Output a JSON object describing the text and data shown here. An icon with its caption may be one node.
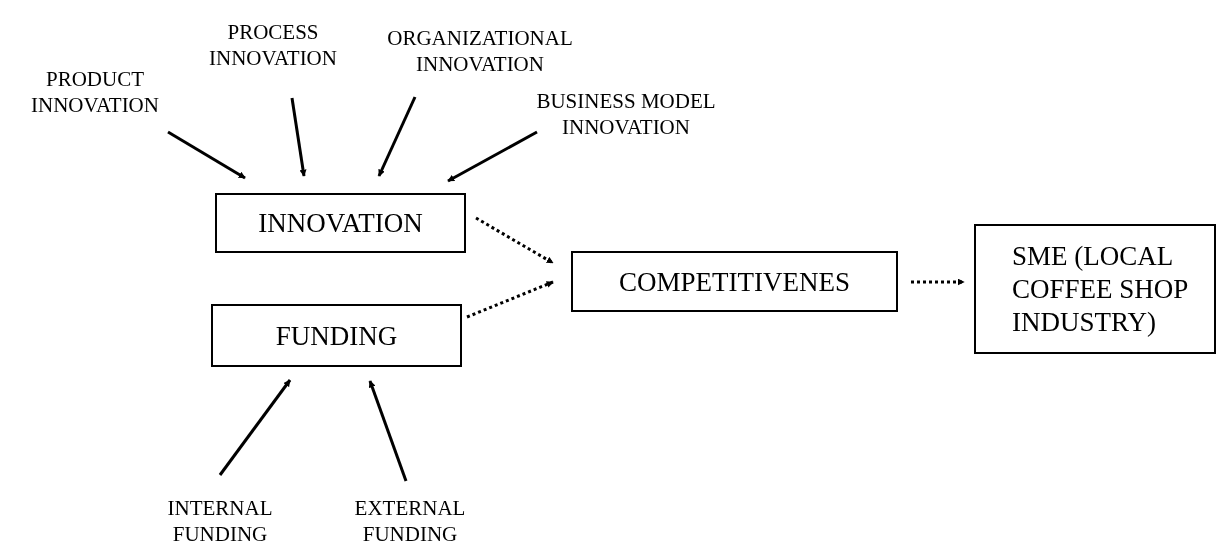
{
  "diagram": {
    "nodes": [
      {
        "text": [
          "PRODUCT INNOVATION"
        ]
      },
      {
        "text": [
          "PROCESS INNOVATION"
        ]
      },
      {
        "text": [
          "ORGANIZATIONAL INNOVATION"
        ]
      },
      {
        "text": [
          "BUSINESS MODEL INNOVATION"
        ]
      },
      {
        "text": [
          "INNOVATION"
        ]
      },
      {
        "text": [
          "FUNDING"
        ]
      },
      {
        "text": [
          "COMPETITIVENES"
        ]
      },
      {
        "text": [
          "SME (LOCAL COFFEE SHOP INDUSTRY)"
        ]
      },
      {
        "text": [
          "INTERNAL FUNDING"
        ]
      },
      {
        "text": [
          "EXTERNAL FUNDING"
        ]
      }
    ],
    "edges": [
      {
        "from": 0,
        "to": 4,
        "arrow": "to"
      },
      {
        "from": 1,
        "to": 4,
        "arrow": "to"
      },
      {
        "from": 2,
        "to": 4,
        "arrow": "to"
      },
      {
        "from": 3,
        "to": 4,
        "arrow": "to"
      },
      {
        "from": 4,
        "to": 6,
        "arrow": "to",
        "style": "dashed"
      },
      {
        "from": 5,
        "to": 6,
        "arrow": "to",
        "style": "dashed"
      },
      {
        "from": 6,
        "to": 7,
        "arrow": "to",
        "style": "dashed"
      },
      {
        "from": 8,
        "to": 5,
        "arrow": "to"
      },
      {
        "from": 9,
        "to": 5,
        "arrow": "to"
      }
    ]
  }
}
